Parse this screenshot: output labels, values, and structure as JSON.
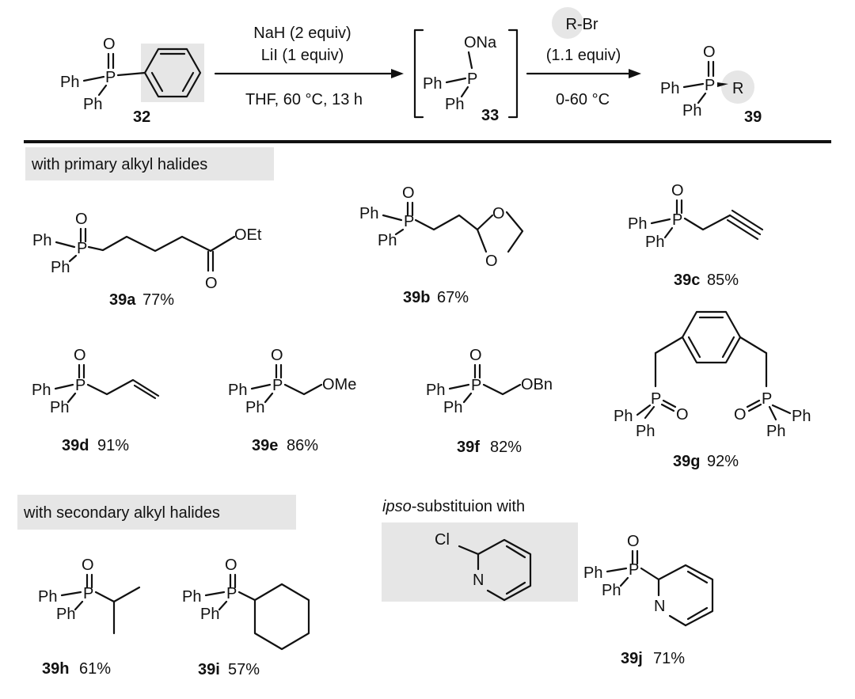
{
  "reaction": {
    "reagents_line1": "NaH (2 equiv)",
    "reagents_line2": "LiI (1 equiv)",
    "conditions1": "THF, 60 °C, 13 h",
    "reagent2_line1": "R-Br",
    "reagent2_line2": "(1.1 equiv)",
    "conditions2": "0-60 °C",
    "start_label": "32",
    "intermediate_label": "33",
    "product_label": "39"
  },
  "atoms": {
    "ph": "Ph",
    "p": "P",
    "o": "O",
    "r": "R",
    "ona": "ONa",
    "oet": "OEt",
    "ome": "OMe",
    "obn": "OBn",
    "n": "N",
    "cl": "Cl"
  },
  "sections": {
    "primary": "with primary alkyl halides",
    "secondary": "with secondary alkyl halides",
    "ipso_italic": "ipso",
    "ipso_rest": "-substituion with"
  },
  "products": [
    {
      "id": "39a",
      "yield": "77%"
    },
    {
      "id": "39b",
      "yield": "67%"
    },
    {
      "id": "39c",
      "yield": "85%"
    },
    {
      "id": "39d",
      "yield": "91%"
    },
    {
      "id": "39e",
      "yield": "86%"
    },
    {
      "id": "39f",
      "yield": "82%"
    },
    {
      "id": "39g",
      "yield": "92%"
    },
    {
      "id": "39h",
      "yield": "61%"
    },
    {
      "id": "39i",
      "yield": "57%"
    },
    {
      "id": "39j",
      "yield": "71%"
    }
  ],
  "colors": {
    "highlight": "#e6e6e6",
    "ink": "#111111"
  }
}
